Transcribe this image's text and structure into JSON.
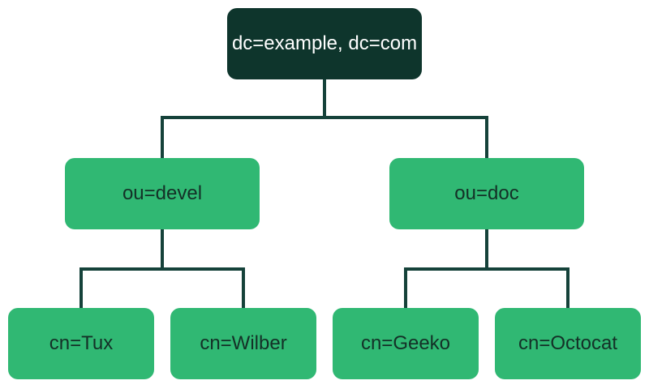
{
  "tree": {
    "type": "ldap-directory-tree",
    "root": {
      "label": "dc=example, dc=com"
    },
    "children": [
      {
        "label": "ou=devel",
        "children": [
          {
            "label": "cn=Tux"
          },
          {
            "label": "cn=Wilber"
          }
        ]
      },
      {
        "label": "ou=doc",
        "children": [
          {
            "label": "cn=Geeko"
          },
          {
            "label": "cn=Octocat"
          }
        ]
      }
    ]
  },
  "colors": {
    "background": "#ffffff",
    "root_box": "#0e352c",
    "root_text": "#ffffff",
    "child_box": "#30b873",
    "child_text": "#143027",
    "connector": "#15423a"
  }
}
